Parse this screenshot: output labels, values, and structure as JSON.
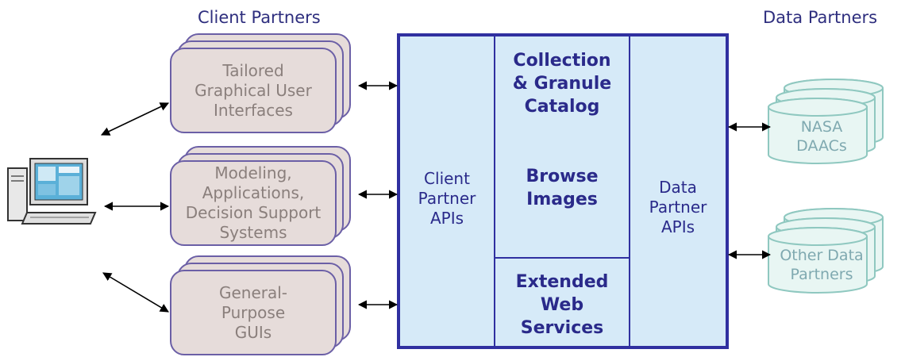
{
  "headers": {
    "client_partners": "Client Partners",
    "data_partners": "Data Partners"
  },
  "client_stacks": [
    {
      "label": "Tailored\nGraphical User\nInterfaces"
    },
    {
      "label": "Modeling,\nApplications,\nDecision Support\nSystems"
    },
    {
      "label": "General-\nPurpose\nGUIs"
    }
  ],
  "hub": {
    "client_partner_apis": "Client\nPartner\nAPIs",
    "collection_catalog": "Collection\n& Granule\nCatalog",
    "browse_images": "Browse\nImages",
    "extended_web_services": "Extended\nWeb\nServices",
    "data_partner_apis": "Data\nPartner\nAPIs"
  },
  "data_partners": [
    {
      "label": "NASA\nDAACs"
    },
    {
      "label": "Other Data\nPartners"
    }
  ],
  "colors": {
    "hub_fill": "#d6eaf8",
    "hub_border": "#3030a0",
    "card_fill": "#e6dcda",
    "card_border": "#6b5fa6",
    "db_fill": "#e8f6f3",
    "db_border": "#8fc8c0",
    "text_blue": "#2a2a8a"
  },
  "icons": {
    "computer": "desktop-computer-icon"
  }
}
